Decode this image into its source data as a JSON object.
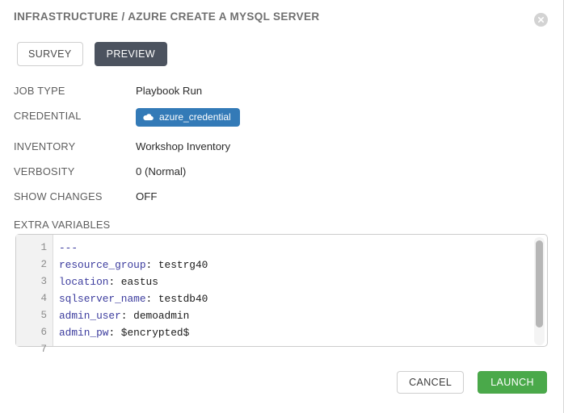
{
  "dialog": {
    "title": "INFRASTRUCTURE / AZURE CREATE A MYSQL SERVER",
    "close_label": "",
    "close_icon": "close-circle-icon"
  },
  "toggles": {
    "survey_label": "SURVEY",
    "preview_label": "PREVIEW"
  },
  "details": [
    {
      "label": "JOB TYPE",
      "value": "Playbook Run"
    },
    {
      "label": "CREDENTIAL",
      "value": "azure_credential"
    },
    {
      "label": "INVENTORY",
      "value": "Workshop Inventory"
    },
    {
      "label": "VERBOSITY",
      "value": "0 (Normal)"
    },
    {
      "label": "SHOW CHANGES",
      "value": "OFF"
    }
  ],
  "extra_variables": {
    "label": "EXTRA VARIABLES",
    "line_numbers": [
      "1",
      "2",
      "3",
      "4",
      "5",
      "6",
      "7"
    ],
    "lines": [
      {
        "key": "---",
        "sep": "",
        "value": ""
      },
      {
        "key": "resource_group",
        "sep": ":",
        "value": " testrg40"
      },
      {
        "key": "location",
        "sep": ":",
        "value": " eastus"
      },
      {
        "key": "sqlserver_name",
        "sep": ":",
        "value": " testdb40"
      },
      {
        "key": "admin_user",
        "sep": ":",
        "value": " demoadmin"
      },
      {
        "key": "admin_pw",
        "sep": ":",
        "value": " $encrypted$"
      },
      {
        "key": "",
        "sep": "",
        "value": ""
      }
    ],
    "raw_text": "---\nresource_group: testrg40\nlocation: eastus\nsqlserver_name: testdb40\nadmin_user: demoadmin\nadmin_pw: $encrypted$\n"
  },
  "footer": {
    "cancel_label": "CANCEL",
    "launch_label": "LAUNCH"
  },
  "colors": {
    "credential_badge": "#337ab7",
    "preview_active": "#4c535f",
    "launch_green": "#4aa94a",
    "yaml_key": "#3c3c9e",
    "title_grey": "#707070"
  }
}
